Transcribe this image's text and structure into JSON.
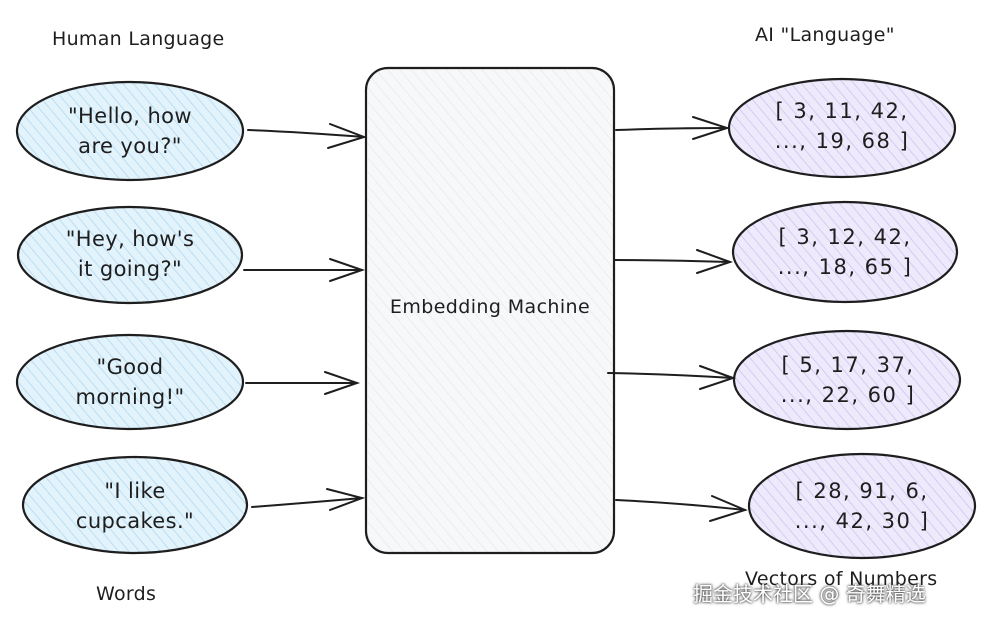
{
  "headers": {
    "left_top": "Human Language",
    "right_top": "AI \"Language\"",
    "left_bottom": "Words",
    "right_bottom": "Vectors of Numbers"
  },
  "machine": {
    "label": "Embedding Machine"
  },
  "inputs": [
    {
      "line1": "\"Hello, how",
      "line2": "are you?\""
    },
    {
      "line1": "\"Hey, how's",
      "line2": "it going?\""
    },
    {
      "line1": "\"Good",
      "line2": "morning!\""
    },
    {
      "line1": "\"I like",
      "line2": "cupcakes.\""
    }
  ],
  "outputs": [
    {
      "line1": "[ 3, 11, 42,",
      "line2": "..., 19, 68 ]"
    },
    {
      "line1": "[ 3, 12, 42,",
      "line2": "..., 18, 65 ]"
    },
    {
      "line1": "[ 5, 17, 37,",
      "line2": "..., 22, 60 ]"
    },
    {
      "line1": "[ 28, 91, 6,",
      "line2": "..., 42, 30 ]"
    }
  ],
  "watermark": "掘金技术社区 @ 奇舞精选",
  "colors": {
    "input_fill": "#d6eefa",
    "output_fill": "#e5e0f7",
    "machine_fill": "#f4f5f6",
    "stroke": "#1e1e1e"
  }
}
